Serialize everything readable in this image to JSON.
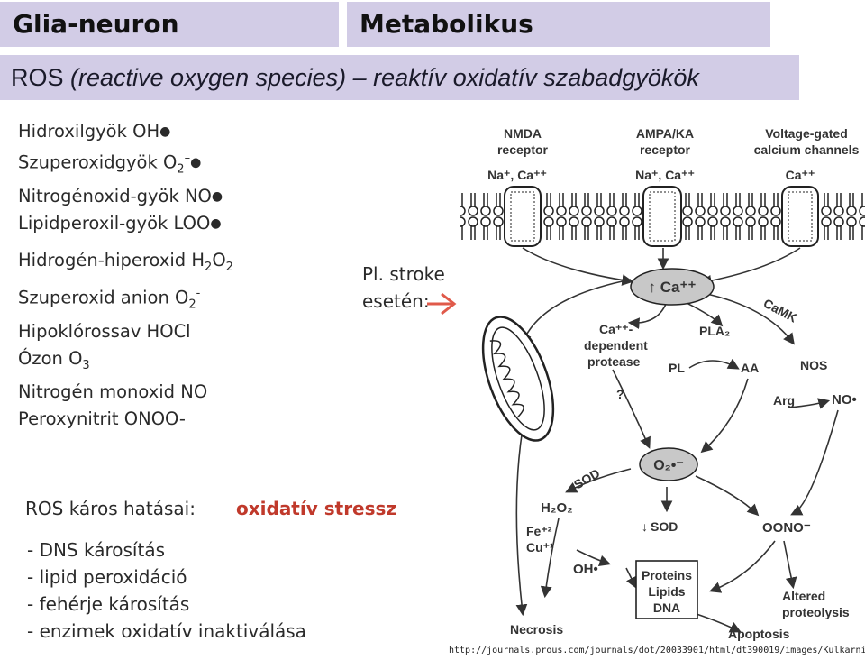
{
  "header": {
    "left_title": "Glia-neuron interakció",
    "right_title": "Metabolikus együttműködés"
  },
  "subtitle": {
    "abbr": "ROS ",
    "expansion": "(reactive oxygen species) – reaktív oxidatív szabadgyökök"
  },
  "radicals": [
    {
      "name": "Hidroxilgyök OH",
      "sub": "",
      "sup": ""
    },
    {
      "name": "Szuperoxidgyök O",
      "sub": "2",
      "sup": "–"
    },
    {
      "name": "Nitrogénoxid-gyök NO",
      "sub": "",
      "sup": ""
    },
    {
      "name": "Lipidperoxil-gyök LOO",
      "sub": "",
      "sup": ""
    }
  ],
  "species": [
    "Hidrogén-hiperoxid H",
    "Szuperoxid anion O",
    "Hipoklórossav HOCl",
    "Ózon O",
    "Nitrogén monoxid NO",
    "Peroxynitrit ONOO-"
  ],
  "example": {
    "line1": "Pl. stroke",
    "line2": "esetén:"
  },
  "damage": {
    "title": "ROS káros hatásai:",
    "stress": "oxidatív stressz",
    "items": [
      "- DNS károsítás",
      "- lipid peroxidáció",
      "- fehérje károsítás",
      "- enzimek oxidatív inaktiválása"
    ]
  },
  "diagram": {
    "receptors": [
      "NMDA",
      "receptor",
      "AMPA/KA",
      "receptor",
      "Voltage-gated",
      "calcium channels"
    ],
    "ions": [
      "Na⁺, Ca⁺⁺",
      "Na⁺, Ca⁺⁺",
      "Ca⁺⁺"
    ],
    "ca": "↑ Ca⁺⁺",
    "protease": [
      "Ca⁺⁺-",
      "dependent",
      "protease"
    ],
    "pla2": "PLA₂",
    "camk": "CaMK",
    "pl": "PL",
    "aa": "AA",
    "nos": "NOS",
    "arg": "Arg",
    "no": "NO•",
    "q": "?",
    "o2": "O₂•⁻",
    "sod1": "SOD",
    "h2o2": "H₂O₂",
    "fe": "Fe⁺²",
    "cu": "Cu⁺¹",
    "sod2": "SOD",
    "oono": "OONO⁻",
    "oh": "OH•",
    "box": [
      "Proteins",
      "Lipids",
      "DNA"
    ],
    "necrosis": "Necrosis",
    "altered": [
      "Altered",
      "proteolysis"
    ],
    "apoptosis": "Apoptosis"
  },
  "source_url": "http://journals.prous.com/journals/dot/20033901/html/dt390019/images/Kulkarni_f4.gif",
  "colors": {
    "header_bg": "#d2cce6",
    "stress": "#c0392b",
    "arrow": "#e05a4a"
  }
}
